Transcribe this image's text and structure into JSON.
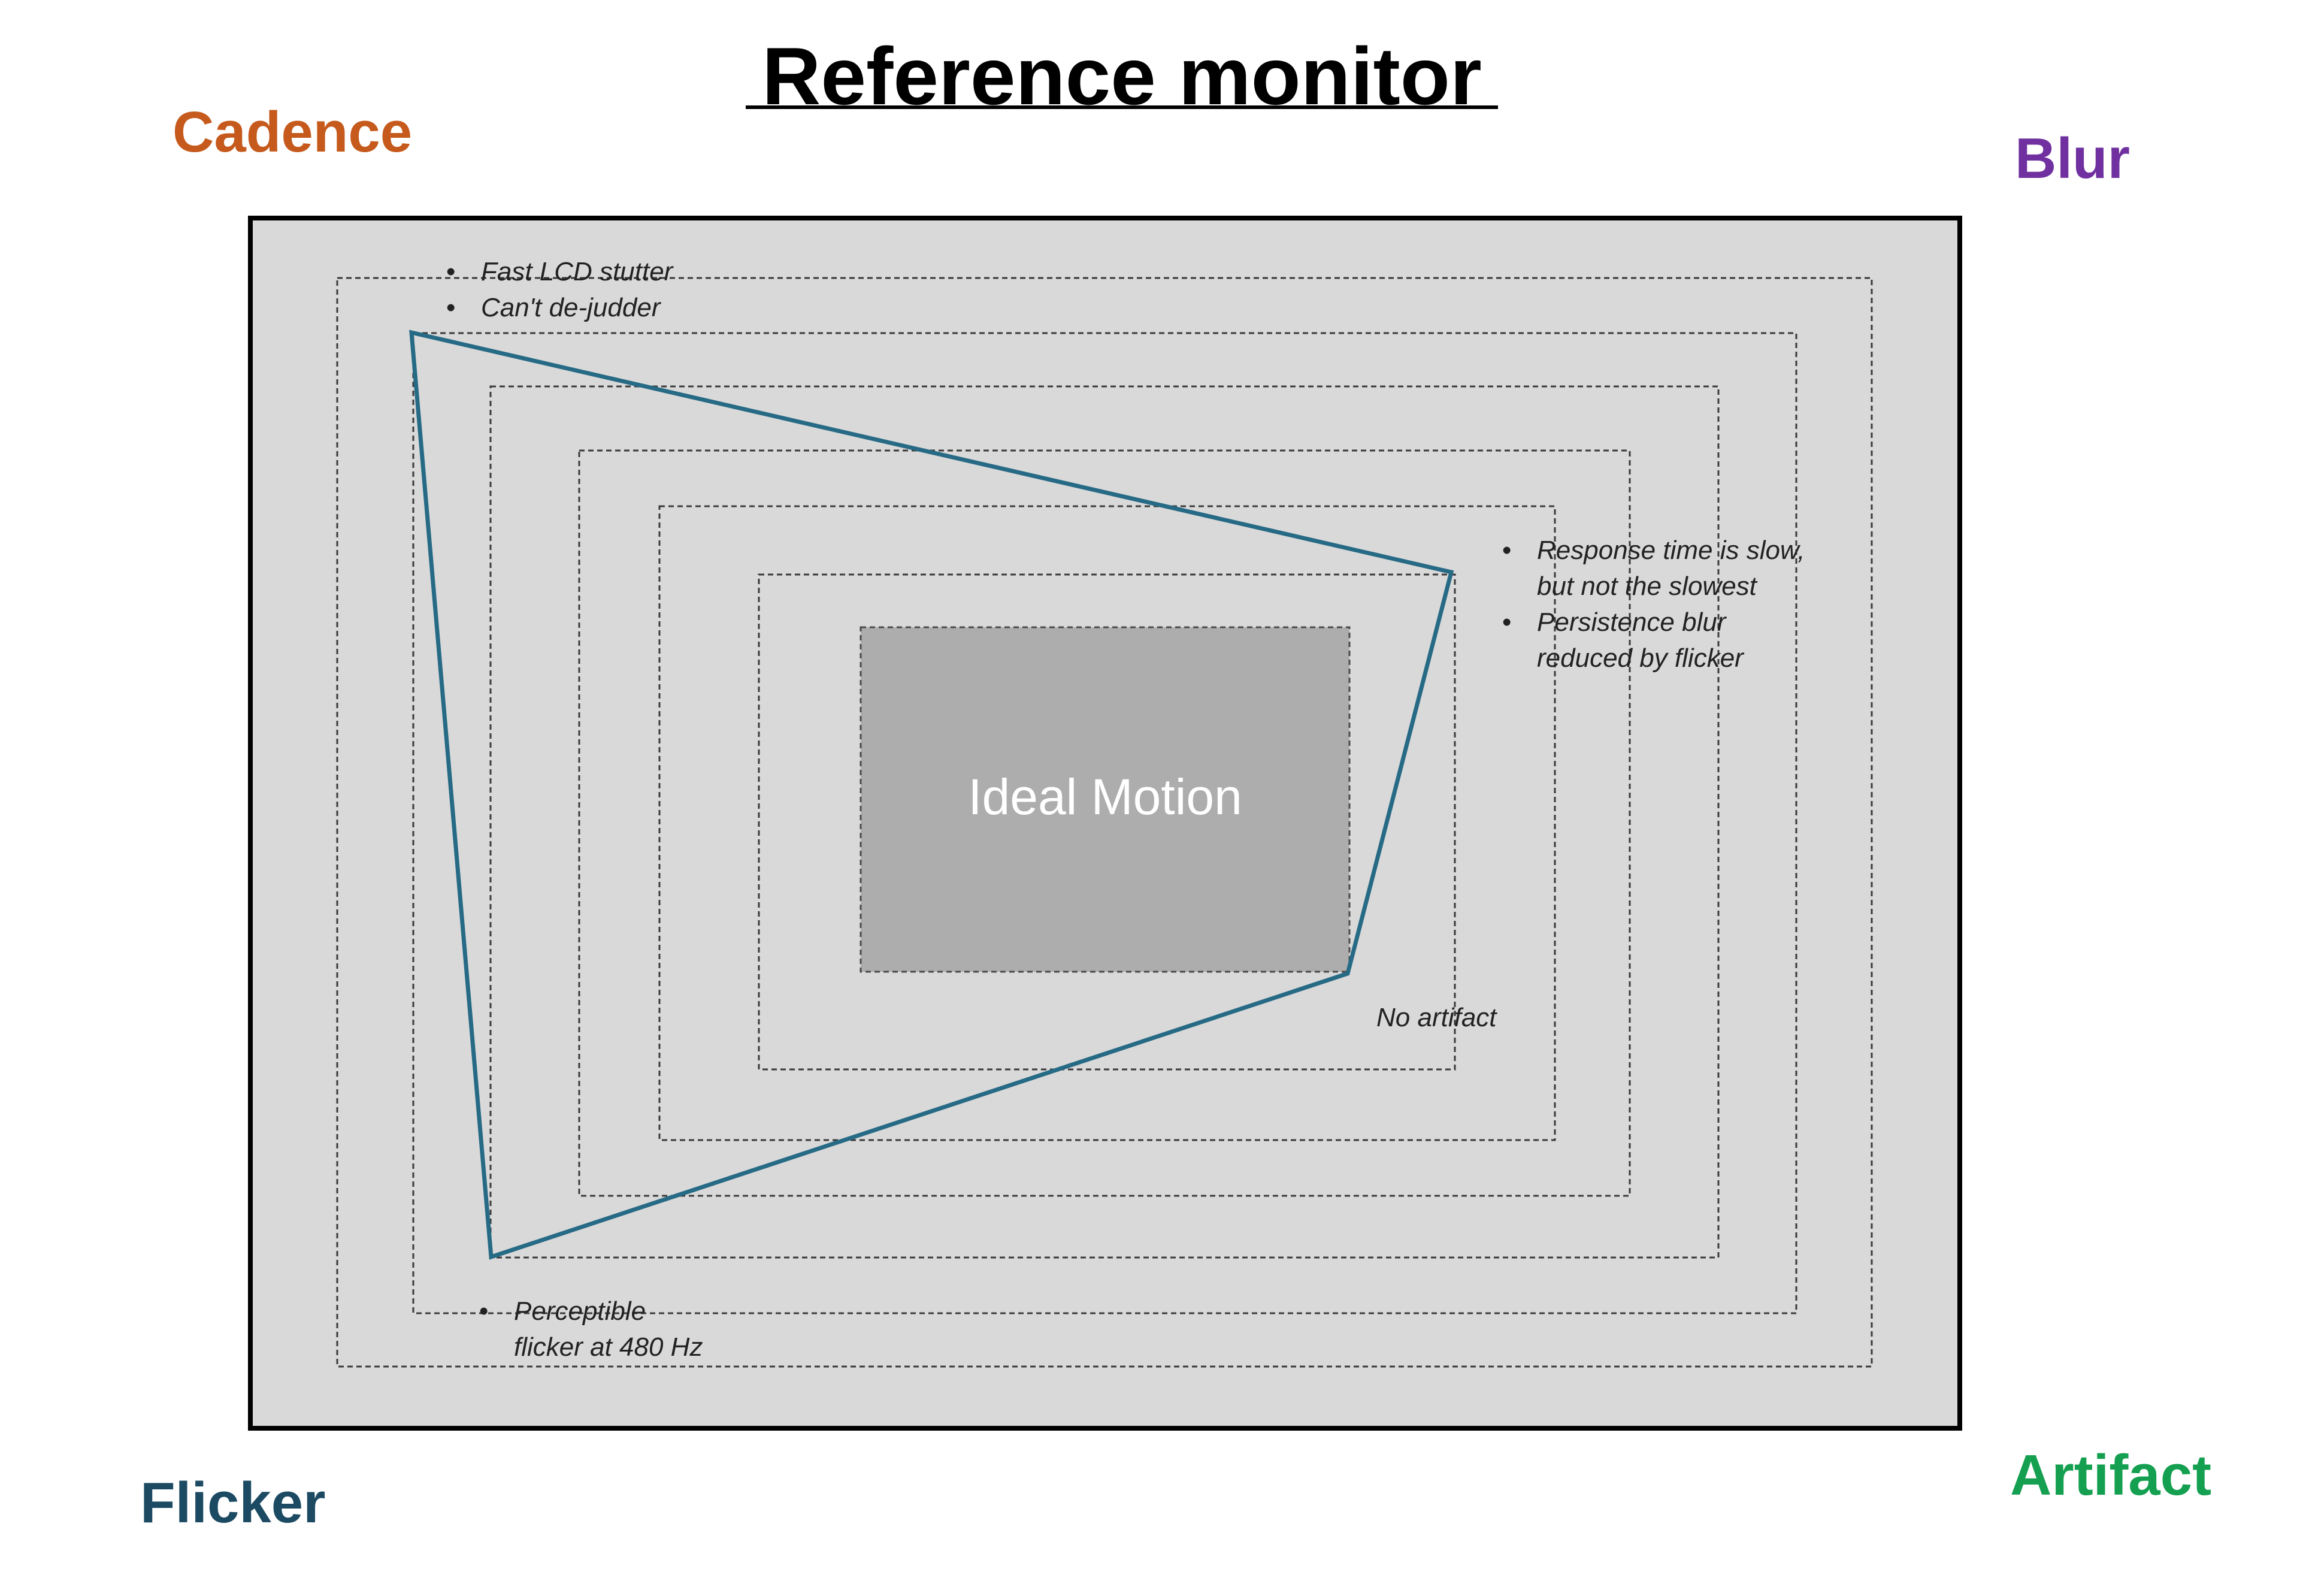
{
  "title": "Reference monitor",
  "corner_labels": {
    "top_left": {
      "text": "Cadence",
      "color": "#c55a1c"
    },
    "top_right": {
      "text": "Blur",
      "color": "#7030a0"
    },
    "bottom_left": {
      "text": "Flicker",
      "color": "#1b4a62"
    },
    "bottom_right": {
      "text": "Artifact",
      "color": "#14a050"
    }
  },
  "center_box": {
    "label": "Ideal Motion",
    "fill": "#adadad",
    "text_color": "#ffffff"
  },
  "frame": {
    "fill": "#d9d9d9",
    "border": "#000000"
  },
  "radar": {
    "stroke": "#266a85",
    "axes": [
      "Cadence",
      "Blur",
      "Artifact",
      "Flicker"
    ],
    "levels_count": 7,
    "values": {
      "Cadence": 5,
      "Blur": 1,
      "Artifact": 0,
      "Flicker": 4
    }
  },
  "notes": {
    "cadence": {
      "bullet": "•",
      "items": [
        "Fast LCD stutter",
        "Can't de-judder"
      ]
    },
    "blur": {
      "bullet": "•",
      "lines": [
        {
          "bullet": true,
          "text": "Response time is slow,"
        },
        {
          "bullet": false,
          "text": "but not the slowest"
        },
        {
          "bullet": true,
          "text": "Persistence blur"
        },
        {
          "bullet": false,
          "text": "reduced by flicker"
        }
      ]
    },
    "artifact": {
      "text": "No artifact"
    },
    "flicker": {
      "bullet": "•",
      "lines": [
        "Perceptible",
        "flicker at 480 Hz"
      ]
    }
  }
}
